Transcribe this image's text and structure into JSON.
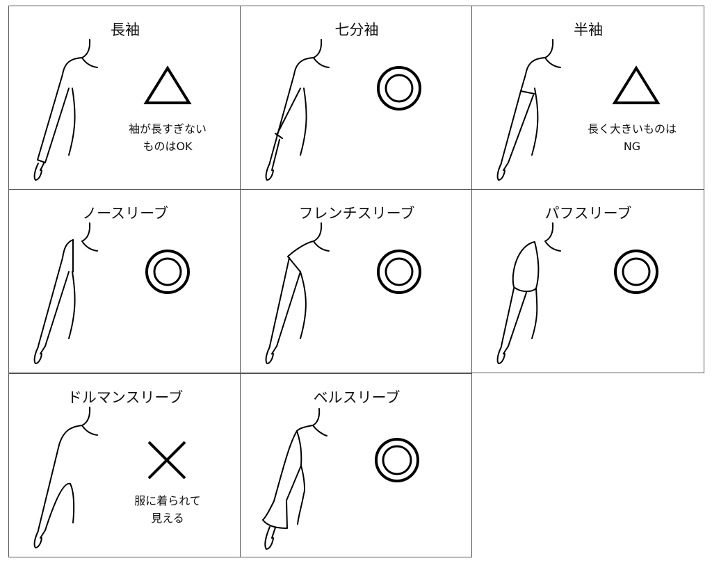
{
  "cells": [
    {
      "title": "長袖",
      "mark": "triangle",
      "note": [
        "袖が長すぎない",
        "ものはOK"
      ]
    },
    {
      "title": "七分袖",
      "mark": "double-circle"
    },
    {
      "title": "半袖",
      "mark": "triangle",
      "note": [
        "長く大きいものは",
        "NG"
      ]
    },
    {
      "title": "ノースリーブ",
      "mark": "double-circle"
    },
    {
      "title": "フレンチスリーブ",
      "mark": "double-circle"
    },
    {
      "title": "パフスリーブ",
      "mark": "double-circle"
    },
    {
      "title": "ドルマンスリーブ",
      "mark": "cross",
      "note": [
        "服に着られて",
        "見える"
      ]
    },
    {
      "title": "ベルスリーブ",
      "mark": "double-circle"
    }
  ]
}
